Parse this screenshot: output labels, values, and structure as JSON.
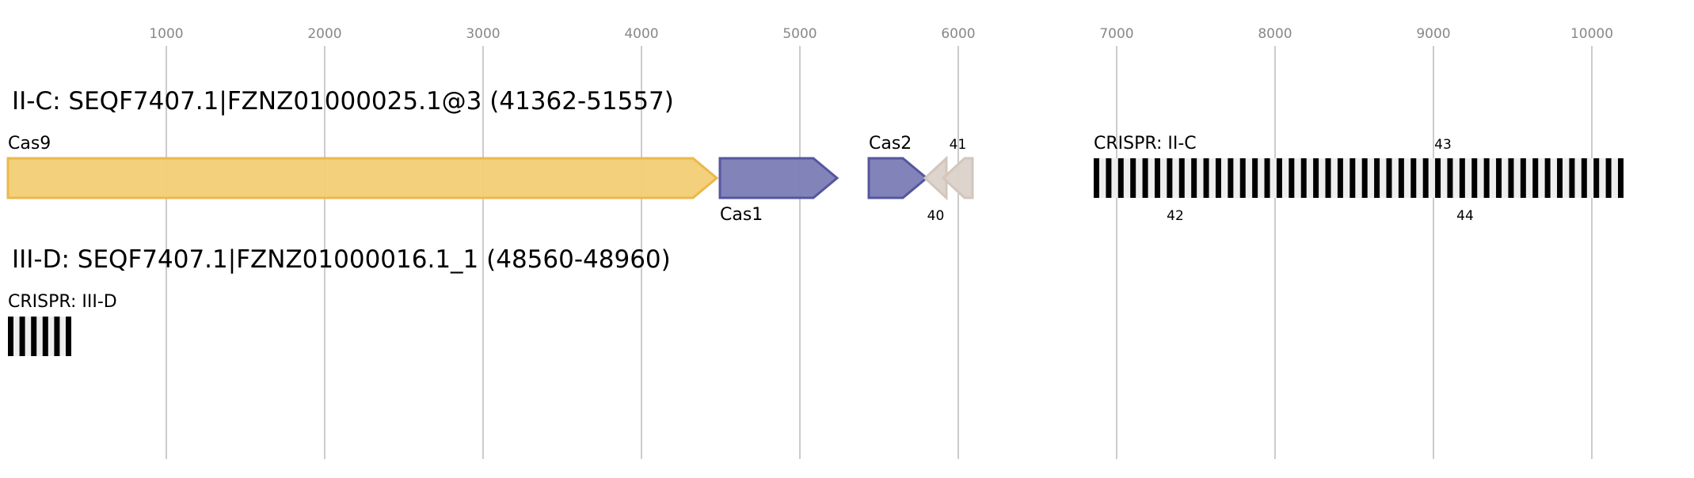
{
  "axis": {
    "ticks": [
      1000,
      2000,
      3000,
      4000,
      5000,
      6000,
      7000,
      8000,
      9000,
      10000
    ],
    "range_bp": [
      0,
      10500
    ]
  },
  "tracks": [
    {
      "title": "II-C: SEQF7407.1|FZNZ01000025.1@3 (41362-51557)",
      "genes": [
        {
          "label": "Cas9",
          "start": 0,
          "end": 4475,
          "strand": "+",
          "label_pos": "above",
          "fill": "#f2cd75",
          "stroke": "#ebb84a"
        },
        {
          "label": "Cas1",
          "start": 4495,
          "end": 5235,
          "strand": "+",
          "label_pos": "below",
          "fill": "#7b7db5",
          "stroke": "#5456a0"
        },
        {
          "label": "Cas2",
          "start": 5435,
          "end": 5800,
          "strand": "+",
          "label_pos": "above",
          "fill": "#7b7db5",
          "stroke": "#5456a0"
        },
        {
          "label": "40",
          "start": 5790,
          "end": 5925,
          "strand": "-",
          "label_pos": "below",
          "fill": "#dcd2cb",
          "stroke": "#d3c6bb",
          "small": true
        },
        {
          "label": "41",
          "start": 5905,
          "end": 6090,
          "strand": "-",
          "label_pos": "above",
          "fill": "#dcd2cb",
          "stroke": "#d3c6bb",
          "small": true
        }
      ],
      "crispr": {
        "label": "CRISPR: II-C",
        "start": 6855,
        "end": 10200,
        "repeats": 44
      },
      "extra_labels": [
        {
          "label": "42",
          "bp": 7370,
          "pos": "below"
        },
        {
          "label": "43",
          "bp": 9060,
          "pos": "above"
        },
        {
          "label": "44",
          "bp": 9200,
          "pos": "below"
        }
      ]
    },
    {
      "title": "III-D: SEQF7407.1|FZNZ01000016.1_1 (48560-48960)",
      "genes": [],
      "crispr": {
        "label": "CRISPR: III-D",
        "start": 0,
        "end": 400,
        "repeats": 6
      },
      "extra_labels": []
    }
  ]
}
